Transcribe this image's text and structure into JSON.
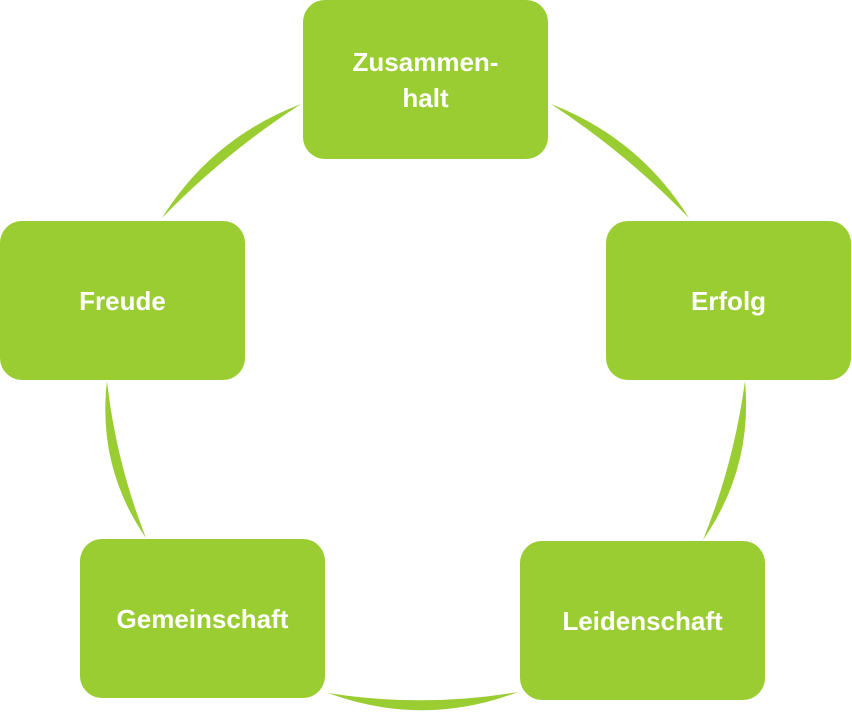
{
  "diagram": {
    "type": "cycle",
    "color": "#9acd32",
    "nodes": [
      {
        "id": "zusammenhalt",
        "label": "Zusammen-\nhalt"
      },
      {
        "id": "erfolg",
        "label": "Erfolg"
      },
      {
        "id": "leidenschaft",
        "label": "Leidenschaft"
      },
      {
        "id": "gemeinschaft",
        "label": "Gemeinschaft"
      },
      {
        "id": "freude",
        "label": "Freude"
      }
    ]
  }
}
